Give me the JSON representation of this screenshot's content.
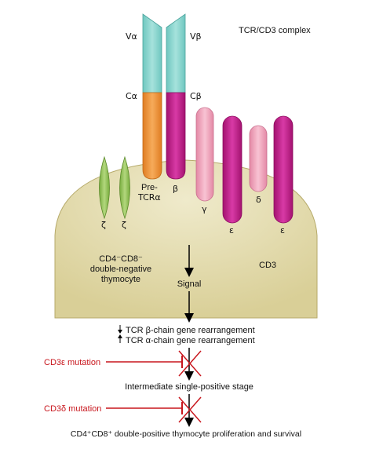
{
  "title": "TCR/CD3 complex",
  "receptor": {
    "v_alpha": "Vα",
    "v_beta": "Vβ",
    "c_alpha": "Cα",
    "c_beta": "Cβ",
    "pre_tcr_line1": "Pre-",
    "pre_tcr_line2": "TCRα",
    "beta": "β"
  },
  "cd3_chains": {
    "gamma": "γ",
    "delta": "δ",
    "epsilon_1": "ε",
    "epsilon_2": "ε"
  },
  "zeta": {
    "z1": "ζ",
    "z2": "ζ"
  },
  "cell": {
    "label_line1": "CD4⁻CD8⁻",
    "label_line2": "double-negative",
    "label_line3": "thymocyte",
    "cd3_label": "CD3"
  },
  "pathway": {
    "signal": "Signal",
    "rearr_beta": "TCR β-chain gene rearrangement",
    "rearr_alpha": "TCR α-chain gene rearrangement",
    "mutation_1": "CD3ε mutation",
    "intermediate": "Intermediate single-positive stage",
    "mutation_2": "CD3δ mutation",
    "final": "CD4⁺CD8⁺ double-positive thymocyte proliferation and survival"
  },
  "colors": {
    "cell_fill": "#e9e3b8",
    "teal": "#8fd6d0",
    "orange": "#f0943a",
    "magenta": "#c8218f",
    "pink": "#f2a6bd",
    "green": "#94c45a",
    "red": "#c8161d"
  }
}
